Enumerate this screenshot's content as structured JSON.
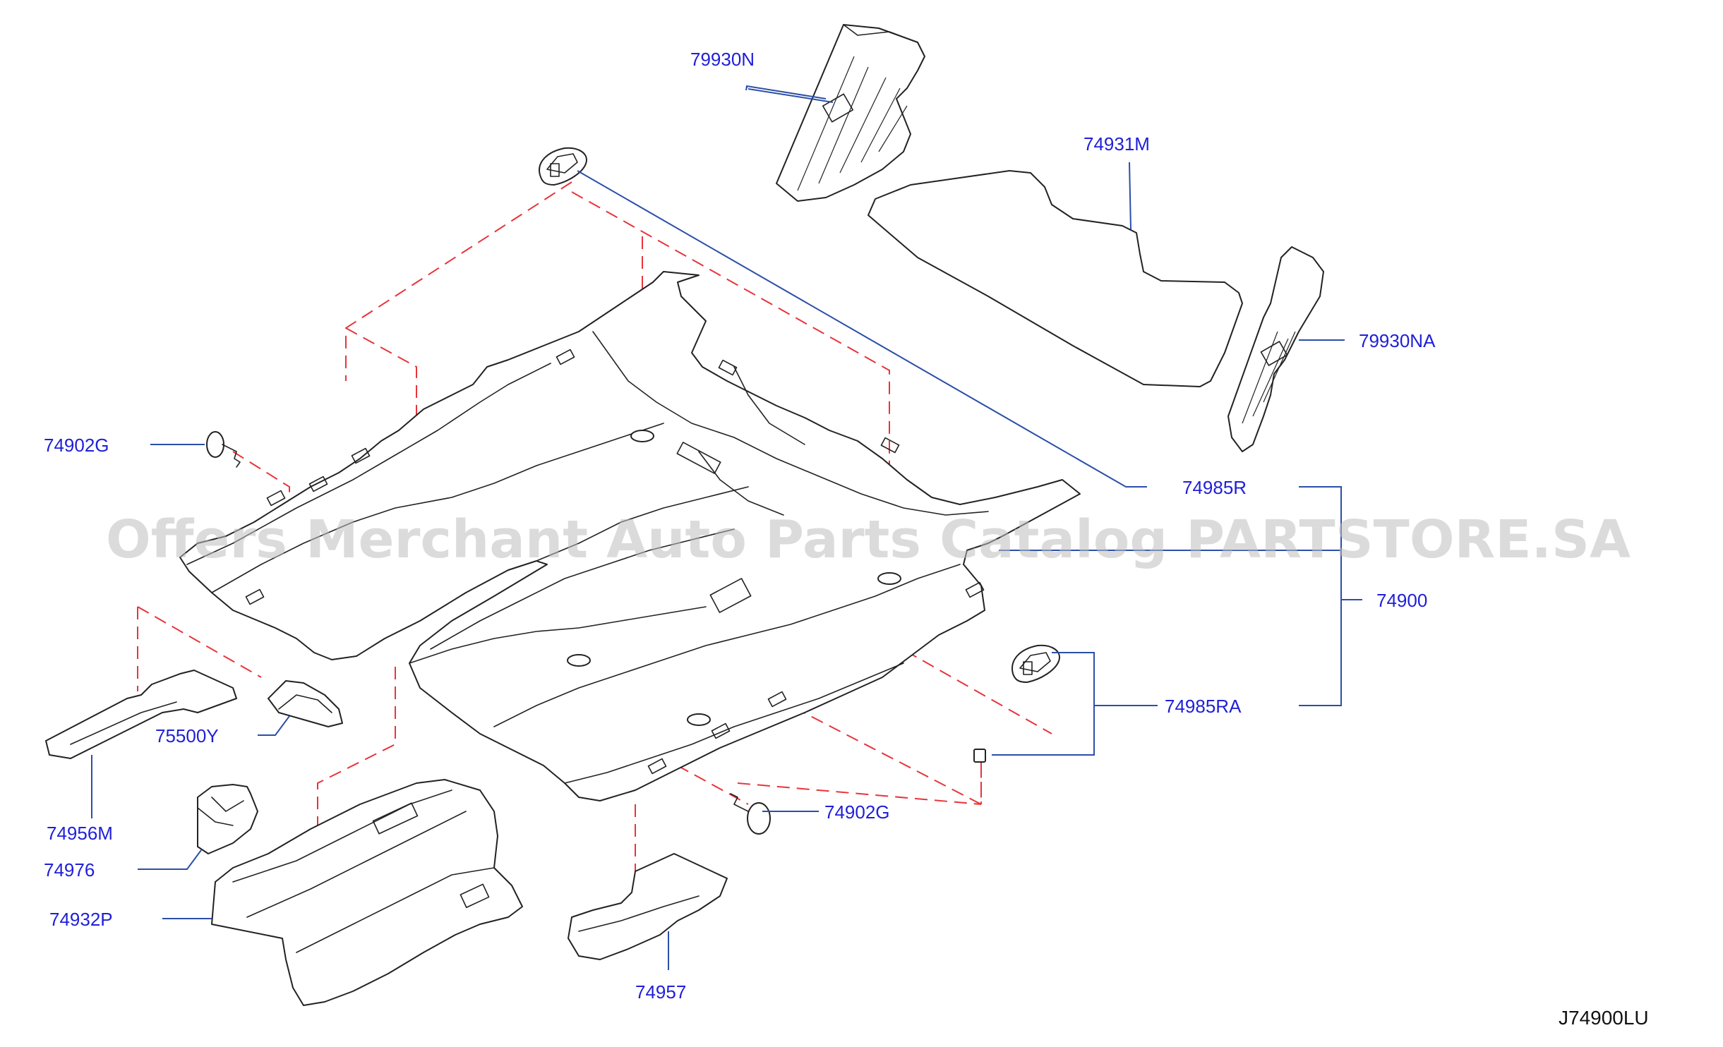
{
  "labels": {
    "p79930N": "79930N",
    "p74931M": "74931M",
    "p79930NA": "79930NA",
    "p74902G_left": "74902G",
    "p74985R": "74985R",
    "p74900": "74900",
    "p74985RA": "74985RA",
    "p75500Y": "75500Y",
    "p74956M": "74956M",
    "p74902G_bottom": "74902G",
    "p74976": "74976",
    "p74932P": "74932P",
    "p74957": "74957"
  },
  "diagram_code": "J74900LU",
  "watermark": "Offers Merchant Auto Parts Catalog PARTSTORE.SA",
  "colors": {
    "label": "#1f1fd8",
    "leader": "#2b4fa8",
    "dashed_guide": "#e8343a",
    "outline": "#222222",
    "watermark": "#bdbdbd"
  }
}
